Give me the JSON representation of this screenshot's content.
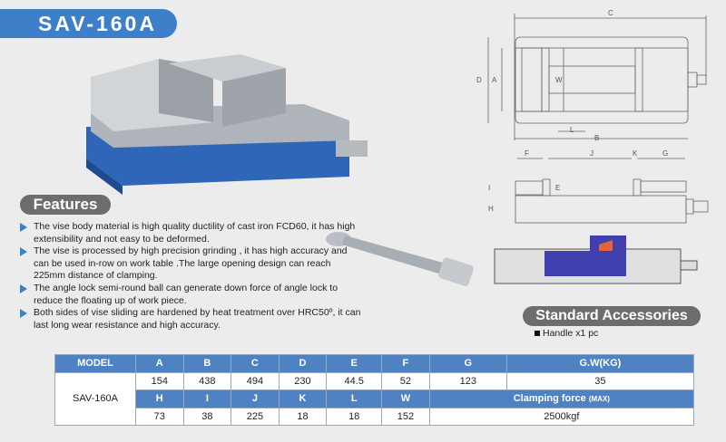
{
  "title": "SAV-160A",
  "features": {
    "heading": "Features",
    "items": [
      "The vise body material is high quality ductility of cast iron FCD60, it has high extensibility and not easy to be deformed.",
      "The vise is processed by high precision grinding , it has high accuracy and can be used in-row on work table .The large opening design can reach 225mm distance of clamping.",
      "The angle lock semi-round ball can generate down force of angle lock to reduce the  floating up of work piece.",
      "Both sides of vise sliding are hardened by heat treatment over HRC50º, it can last long wear resistance and high accuracy."
    ]
  },
  "accessories": {
    "heading": "Standard Accessories",
    "items": [
      "Handle x1 pc"
    ]
  },
  "drawing_labels": {
    "C": "C",
    "D": "D",
    "A": "A",
    "W": "W",
    "L": "L",
    "B": "B",
    "F": "F",
    "J": "J",
    "K": "K",
    "G": "G",
    "I": "I",
    "E": "E",
    "H": "H"
  },
  "table": {
    "model_header": "MODEL",
    "model": "SAV-160A",
    "headers1": [
      "A",
      "B",
      "C",
      "D",
      "E",
      "F",
      "G",
      "G.W(KG)"
    ],
    "values1": [
      "154",
      "438",
      "494",
      "230",
      "44.5",
      "52",
      "123",
      "35"
    ],
    "headers2": [
      "H",
      "I",
      "J",
      "K",
      "L",
      "W"
    ],
    "clamp_header": "Clamping force",
    "clamp_header_suffix": "(MAX)",
    "values2": [
      "73",
      "38",
      "225",
      "18",
      "18",
      "152"
    ],
    "clamp_value": "2500kgf"
  },
  "colors": {
    "accent": "#3d7fc9",
    "vise_body": "#2f66b8",
    "pill": "#6d6d6d"
  }
}
